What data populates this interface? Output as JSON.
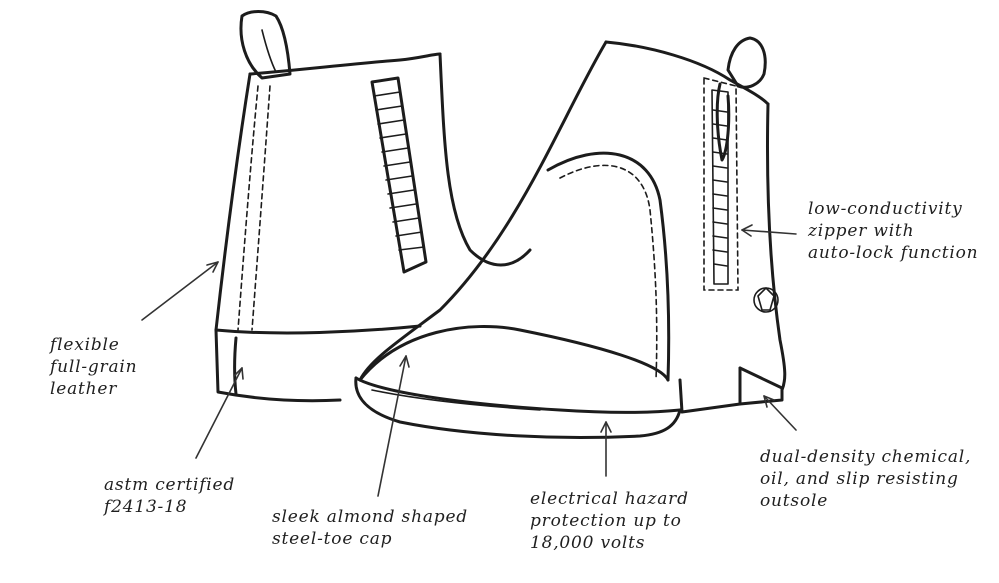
{
  "callouts": {
    "zipper": {
      "lines": [
        "low-conductivity",
        "zipper with",
        "auto-lock function"
      ]
    },
    "leather": {
      "lines": [
        "flexible",
        "full-grain",
        "leather"
      ]
    },
    "outsole": {
      "lines": [
        "dual-density chemical,",
        "oil, and slip resisting",
        "outsole"
      ]
    },
    "astm": {
      "lines": [
        "astm certified",
        "f2413-18"
      ]
    },
    "toe_cap": {
      "lines": [
        "sleek almond shaped",
        "steel-toe cap"
      ]
    },
    "hazard": {
      "lines": [
        "electrical hazard",
        "protection up to",
        "18,000 volts"
      ]
    }
  },
  "colors": {
    "ink": "#1c1c1c",
    "background": "#ffffff"
  }
}
